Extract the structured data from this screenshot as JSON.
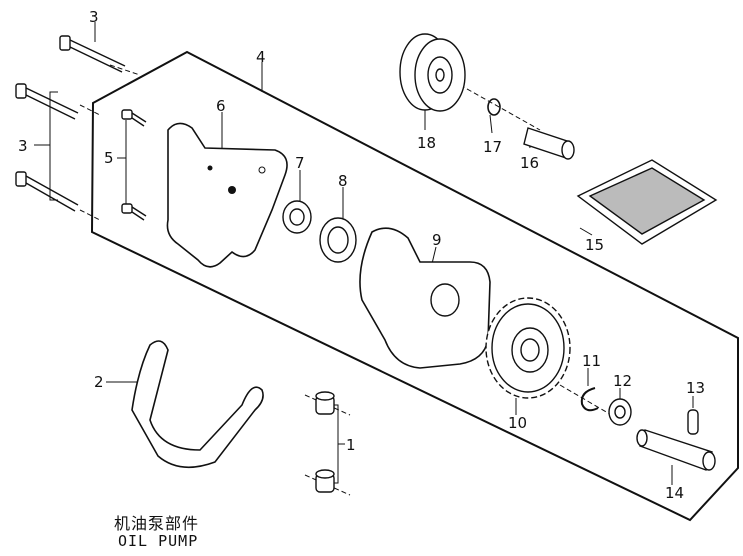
{
  "diagram": {
    "title_cn": "机油泵部件",
    "title_en": "OIL PUMP",
    "callouts": {
      "c1": "1",
      "c2": "2",
      "c3a": "3",
      "c3b": "3",
      "c4": "4",
      "c5": "5",
      "c6": "6",
      "c7": "7",
      "c8": "8",
      "c9": "9",
      "c10": "10",
      "c11": "11",
      "c12": "12",
      "c13": "13",
      "c14": "14",
      "c15": "15",
      "c16": "16",
      "c17": "17",
      "c18": "18"
    }
  }
}
